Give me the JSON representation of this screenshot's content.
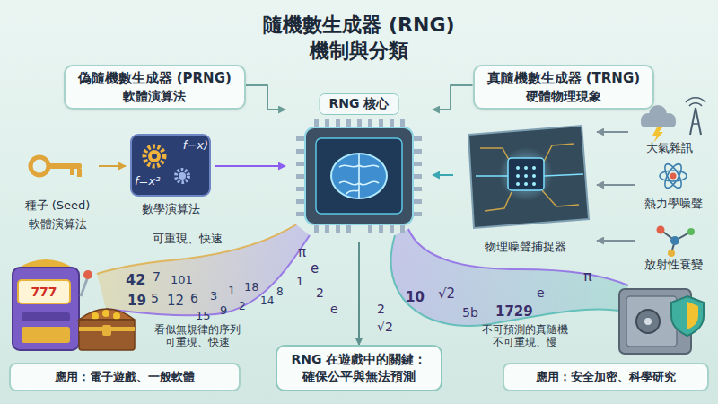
{
  "diagram": {
    "title": "隨機數生成器 (RNG) 機制與分類",
    "nodes": [
      {
        "text": [
          "偽隨機數生成器 (PRNG)",
          "軟體演算法"
        ]
      },
      {
        "text": [
          "RNG 核心"
        ]
      },
      {
        "text": [
          "真隨機數生成器 (TRNG)",
          "硬體物理現象"
        ]
      },
      {
        "text": [
          "種子 (Seed)"
        ]
      },
      {
        "text": [
          "f−x)",
          "f=x²",
          "數學演算法"
        ]
      },
      {
        "text": [
          "物理噪聲捕捉器"
        ]
      },
      {
        "text": [
          "大氣雜訊"
        ]
      },
      {
        "text": [
          "熱力學噪聲"
        ]
      },
      {
        "text": [
          "放射性衰變"
        ]
      },
      {
        "text": [
          "應用：電子遊戲、一般軟體"
        ]
      },
      {
        "text": [
          "RNG 在遊戲中的關鍵： 確保公平與無法預測"
        ]
      },
      {
        "text": [
          "應用：安全加密、科學研究"
        ]
      }
    ],
    "edges": [
      {
        "from": 0,
        "to": 1,
        "arrow": "to"
      },
      {
        "from": 2,
        "to": 1,
        "arrow": "to"
      },
      {
        "from": 3,
        "to": 4,
        "arrow": "to"
      },
      {
        "from": 4,
        "to": 1,
        "arrow": "to"
      },
      {
        "from": 5,
        "to": 1,
        "arrow": "to"
      },
      {
        "from": 6,
        "to": 5,
        "arrow": "to"
      },
      {
        "from": 7,
        "to": 5,
        "arrow": "to"
      },
      {
        "from": 8,
        "to": 5,
        "arrow": "to"
      },
      {
        "from": 1,
        "to": 10,
        "arrow": "to"
      }
    ],
    "labels": [
      "軟體演算法",
      "可重現、快速",
      "777",
      "42",
      "7",
      "101",
      "19",
      "5",
      "12",
      "6",
      "3",
      "1",
      "18",
      "15",
      "9",
      "2",
      "14",
      "8",
      "看似無規律的序列 可重現、快速",
      "π",
      "e",
      "1",
      "2",
      "e",
      "2",
      "√2",
      "10",
      "√2",
      "5b",
      "1729",
      "e",
      "π",
      "不可預測的真隨機 不可重現、慢"
    ]
  }
}
